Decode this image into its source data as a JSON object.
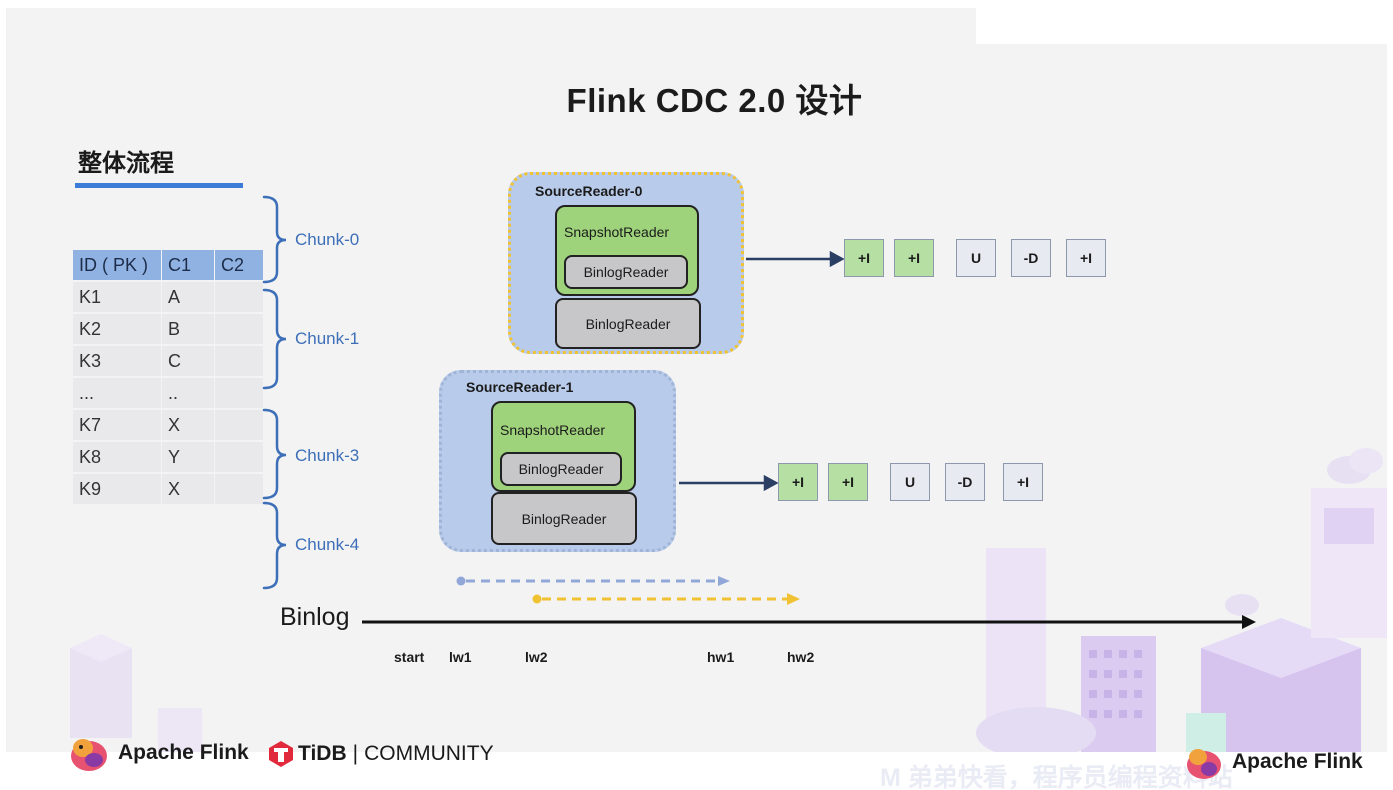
{
  "title": "Flink CDC 2.0 设计",
  "section_title": "整体流程",
  "table": {
    "headers": [
      "ID ( PK )",
      "C1",
      "C2"
    ],
    "rows": [
      [
        "K1",
        "A",
        ""
      ],
      [
        "K2",
        "B",
        ""
      ],
      [
        "K3",
        "C",
        ""
      ],
      [
        "...",
        "..",
        ""
      ],
      [
        "K7",
        "X",
        ""
      ],
      [
        "K8",
        "Y",
        ""
      ],
      [
        "K9",
        "X",
        ""
      ]
    ]
  },
  "chunks": [
    "Chunk-0",
    "Chunk-1",
    "Chunk-3",
    "Chunk-4"
  ],
  "readers": [
    {
      "name": "SourceReader-0",
      "snapshot": "SnapshotReader",
      "inner_binlog": "BinlogReader",
      "binlog": "BinlogReader",
      "events": [
        "+I",
        "+I",
        "U",
        "-D",
        "+I"
      ]
    },
    {
      "name": "SourceReader-1",
      "snapshot": "SnapshotReader",
      "inner_binlog": "BinlogReader",
      "binlog": "BinlogReader",
      "events": [
        "+I",
        "+I",
        "U",
        "-D",
        "+I"
      ]
    }
  ],
  "binlog_label": "Binlog",
  "marks": [
    "start",
    "lw1",
    "lw2",
    "hw1",
    "hw2"
  ],
  "colors": {
    "accent": "#3d7bd9",
    "reader_fill": "#b8cbea",
    "reader0_border": "#f0c232",
    "reader1_border": "#9fb4d6",
    "snapshot": "#9fd37b",
    "insert_event": "#b5dfa3"
  },
  "logos": {
    "flink": "Apache Flink",
    "tidb": "TiDB",
    "separator": "|",
    "community": "COMMUNITY"
  },
  "footer_watermark": "M 弟弟快看，程序员编程资料站"
}
